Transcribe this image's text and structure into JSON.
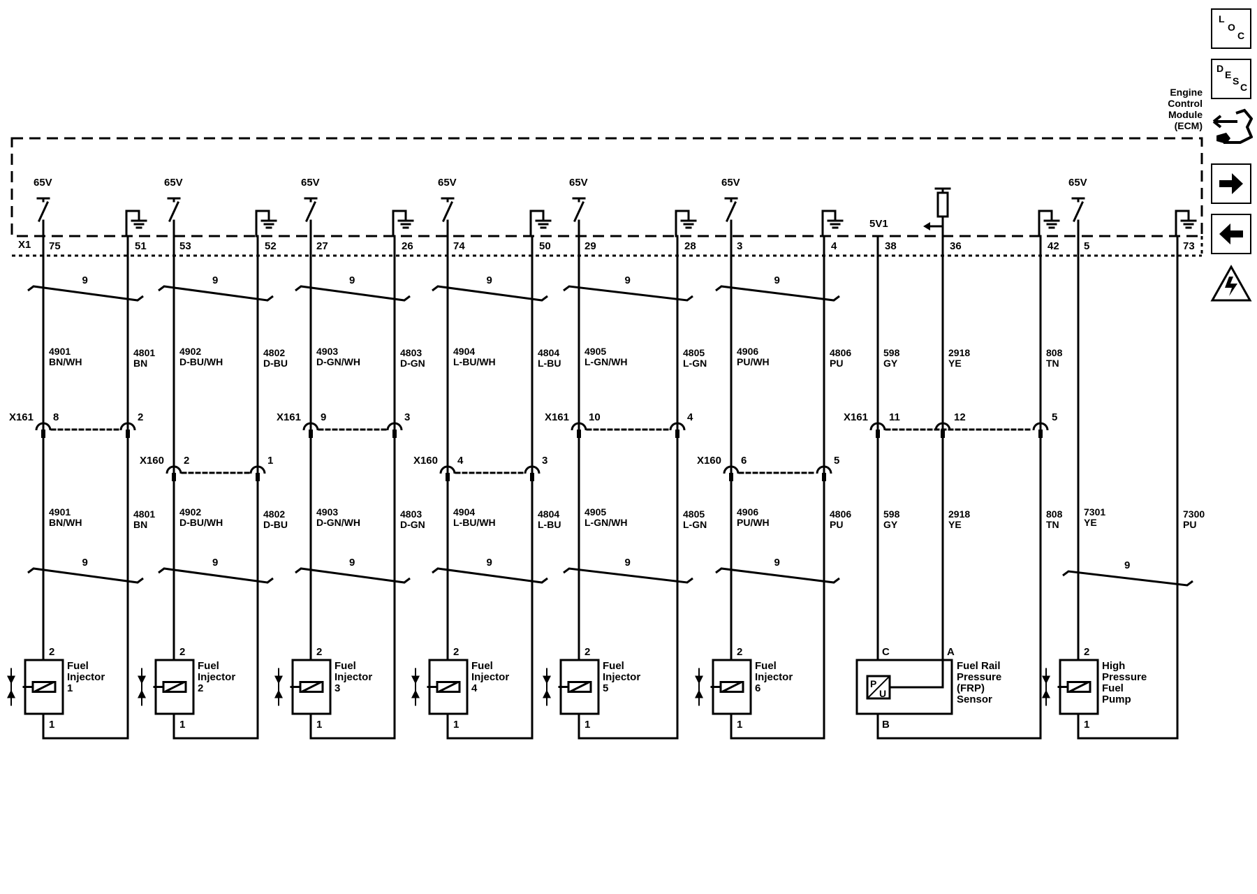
{
  "ecm": {
    "label_lines": [
      "Engine",
      "Control",
      "Module",
      "(ECM)"
    ],
    "connector": "X1",
    "power_label": "5V1"
  },
  "colors": {
    "wire": "#000000",
    "background": "#ffffff"
  },
  "icons": [
    "loc-icon",
    "desc-icon",
    "engine-control-module-icon",
    "arrow-right-icon",
    "arrow-left-icon",
    "esd-warning-icon"
  ],
  "loc_letters": [
    "L",
    "O",
    "C"
  ],
  "desc_letters": [
    "D",
    "E",
    "S",
    "C"
  ],
  "bundle_count": "9",
  "switch_label": "65V",
  "injectors": [
    {
      "label_lines": [
        "Fuel",
        "Injector",
        "1"
      ],
      "ecm_pins": [
        "75",
        "51"
      ],
      "inline": {
        "connector": "X161",
        "pins": [
          "8",
          "2"
        ]
      },
      "wires_upper": [
        [
          "4901",
          "BN/WH"
        ],
        [
          "4801",
          "BN"
        ]
      ],
      "wires_lower": [
        [
          "4901",
          "BN/WH"
        ],
        [
          "4801",
          "BN"
        ]
      ],
      "component_pins": [
        "2",
        "1"
      ]
    },
    {
      "label_lines": [
        "Fuel",
        "Injector",
        "2"
      ],
      "ecm_pins": [
        "53",
        "52"
      ],
      "inline": {
        "connector": "X160",
        "pins": [
          "2",
          "1"
        ]
      },
      "wires_upper": [
        [
          "4902",
          "D-BU/WH"
        ],
        [
          "4802",
          "D-BU"
        ]
      ],
      "wires_lower": [
        [
          "4902",
          "D-BU/WH"
        ],
        [
          "4802",
          "D-BU"
        ]
      ],
      "component_pins": [
        "2",
        "1"
      ]
    },
    {
      "label_lines": [
        "Fuel",
        "Injector",
        "3"
      ],
      "ecm_pins": [
        "27",
        "26"
      ],
      "inline": {
        "connector": "X161",
        "pins": [
          "9",
          "3"
        ]
      },
      "wires_upper": [
        [
          "4903",
          "D-GN/WH"
        ],
        [
          "4803",
          "D-GN"
        ]
      ],
      "wires_lower": [
        [
          "4903",
          "D-GN/WH"
        ],
        [
          "4803",
          "D-GN"
        ]
      ],
      "component_pins": [
        "2",
        "1"
      ]
    },
    {
      "label_lines": [
        "Fuel",
        "Injector",
        "4"
      ],
      "ecm_pins": [
        "74",
        "50"
      ],
      "inline": {
        "connector": "X160",
        "pins": [
          "4",
          "3"
        ]
      },
      "wires_upper": [
        [
          "4904",
          "L-BU/WH"
        ],
        [
          "4804",
          "L-BU"
        ]
      ],
      "wires_lower": [
        [
          "4904",
          "L-BU/WH"
        ],
        [
          "4804",
          "L-BU"
        ]
      ],
      "component_pins": [
        "2",
        "1"
      ]
    },
    {
      "label_lines": [
        "Fuel",
        "Injector",
        "5"
      ],
      "ecm_pins": [
        "29",
        "28"
      ],
      "inline": {
        "connector": "X161",
        "pins": [
          "10",
          "4"
        ]
      },
      "wires_upper": [
        [
          "4905",
          "L-GN/WH"
        ],
        [
          "4805",
          "L-GN"
        ]
      ],
      "wires_lower": [
        [
          "4905",
          "L-GN/WH"
        ],
        [
          "4805",
          "L-GN"
        ]
      ],
      "component_pins": [
        "2",
        "1"
      ]
    },
    {
      "label_lines": [
        "Fuel",
        "Injector",
        "6"
      ],
      "ecm_pins": [
        "3",
        "4"
      ],
      "inline": {
        "connector": "X160",
        "pins": [
          "6",
          "5"
        ]
      },
      "wires_upper": [
        [
          "4906",
          "PU/WH"
        ],
        [
          "4806",
          "PU"
        ]
      ],
      "wires_lower": [
        [
          "4906",
          "PU/WH"
        ],
        [
          "4806",
          "PU"
        ]
      ],
      "component_pins": [
        "2",
        "1"
      ]
    }
  ],
  "frp_sensor": {
    "label_lines": [
      "Fuel Rail",
      "Pressure",
      "(FRP)",
      "Sensor"
    ],
    "ecm_pins": [
      "38",
      "36",
      "42"
    ],
    "inline": {
      "connector": "X161",
      "pins": [
        "11",
        "12",
        "5"
      ]
    },
    "wires_upper": [
      [
        "598",
        "GY"
      ],
      [
        "2918",
        "YE"
      ],
      [
        "808",
        "TN"
      ]
    ],
    "wires_lower": [
      [
        "598",
        "GY"
      ],
      [
        "2918",
        "YE"
      ],
      [
        "808",
        "TN"
      ]
    ],
    "component_pins": [
      "C",
      "A",
      "B"
    ],
    "symbol_letters": [
      "P",
      "U"
    ]
  },
  "fuel_pump": {
    "label_lines": [
      "High",
      "Pressure",
      "Fuel",
      "Pump"
    ],
    "ecm_pins": [
      "5",
      "73"
    ],
    "wires": [
      [
        "7301",
        "YE"
      ],
      [
        "7300",
        "PU"
      ]
    ],
    "component_pins": [
      "2",
      "1"
    ]
  }
}
